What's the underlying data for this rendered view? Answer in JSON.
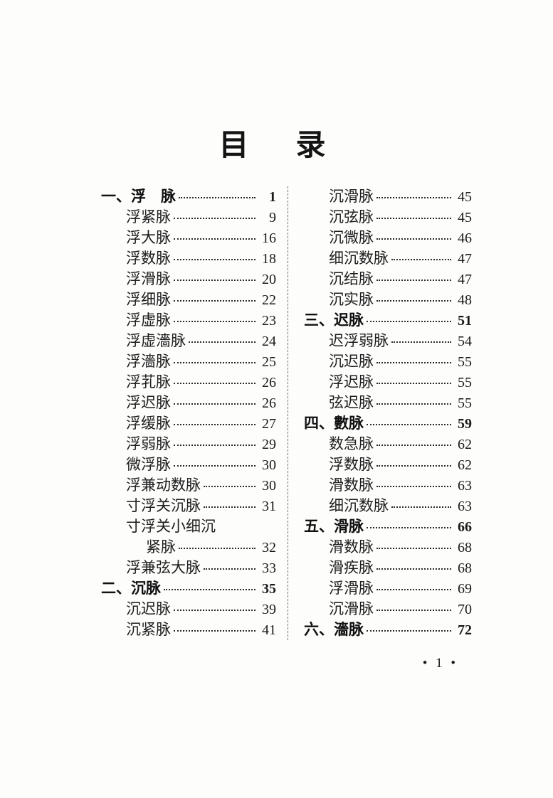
{
  "header": {
    "title": "目　录"
  },
  "toc": {
    "columns": {
      "left": [
        {
          "label": "一、浮　脉",
          "page": "1",
          "indent": "section"
        },
        {
          "label": "浮紧脉",
          "page": "9",
          "indent": "sub"
        },
        {
          "label": "浮大脉",
          "page": "16",
          "indent": "sub"
        },
        {
          "label": "浮数脉",
          "page": "18",
          "indent": "sub"
        },
        {
          "label": "浮滑脉",
          "page": "20",
          "indent": "sub"
        },
        {
          "label": "浮细脉",
          "page": "22",
          "indent": "sub"
        },
        {
          "label": "浮虚脉",
          "page": "23",
          "indent": "sub"
        },
        {
          "label": "浮虚濇脉",
          "page": "24",
          "indent": "sub"
        },
        {
          "label": "浮濇脉",
          "page": "25",
          "indent": "sub"
        },
        {
          "label": "浮芤脉",
          "page": "26",
          "indent": "sub"
        },
        {
          "label": "浮迟脉",
          "page": "26",
          "indent": "sub"
        },
        {
          "label": "浮缓脉",
          "page": "27",
          "indent": "sub"
        },
        {
          "label": "浮弱脉",
          "page": "29",
          "indent": "sub"
        },
        {
          "label": "微浮脉",
          "page": "30",
          "indent": "sub"
        },
        {
          "label": "浮兼动数脉",
          "page": "30",
          "indent": "sub"
        },
        {
          "label": "寸浮关沉脉",
          "page": "31",
          "indent": "sub"
        },
        {
          "label": "寸浮关小细沉",
          "page": null,
          "indent": "sub"
        },
        {
          "label": "紧脉",
          "page": "32",
          "indent": "sub2"
        },
        {
          "label": "浮兼弦大脉",
          "page": "33",
          "indent": "sub"
        },
        {
          "label": "二、沉脉",
          "page": "35",
          "indent": "section"
        },
        {
          "label": "沉迟脉",
          "page": "39",
          "indent": "sub"
        },
        {
          "label": "沉紧脉",
          "page": "41",
          "indent": "sub"
        }
      ],
      "right": [
        {
          "label": "沉滑脉",
          "page": "45",
          "indent": "sub"
        },
        {
          "label": "沉弦脉",
          "page": "45",
          "indent": "sub"
        },
        {
          "label": "沉微脉",
          "page": "46",
          "indent": "sub"
        },
        {
          "label": "细沉数脉",
          "page": "47",
          "indent": "sub"
        },
        {
          "label": "沉结脉",
          "page": "47",
          "indent": "sub"
        },
        {
          "label": "沉实脉",
          "page": "48",
          "indent": "sub"
        },
        {
          "label": "三、迟脉",
          "page": "51",
          "indent": "section"
        },
        {
          "label": "迟浮弱脉",
          "page": "54",
          "indent": "sub"
        },
        {
          "label": "沉迟脉",
          "page": "55",
          "indent": "sub"
        },
        {
          "label": "浮迟脉",
          "page": "55",
          "indent": "sub"
        },
        {
          "label": "弦迟脉",
          "page": "55",
          "indent": "sub"
        },
        {
          "label": "四、數脉",
          "page": "59",
          "indent": "section"
        },
        {
          "label": "数急脉",
          "page": "62",
          "indent": "sub"
        },
        {
          "label": "浮数脉",
          "page": "62",
          "indent": "sub"
        },
        {
          "label": "滑数脉",
          "page": "63",
          "indent": "sub"
        },
        {
          "label": "细沉数脉",
          "page": "63",
          "indent": "sub"
        },
        {
          "label": "五、滑脉",
          "page": "66",
          "indent": "section"
        },
        {
          "label": "滑数脉",
          "page": "68",
          "indent": "sub"
        },
        {
          "label": "滑疾脉",
          "page": "68",
          "indent": "sub"
        },
        {
          "label": "浮滑脉",
          "page": "69",
          "indent": "sub"
        },
        {
          "label": "沉滑脉",
          "page": "70",
          "indent": "sub"
        },
        {
          "label": "六、濇脉",
          "page": "72",
          "indent": "section"
        }
      ]
    }
  },
  "footer": {
    "text": "• 1 •"
  }
}
